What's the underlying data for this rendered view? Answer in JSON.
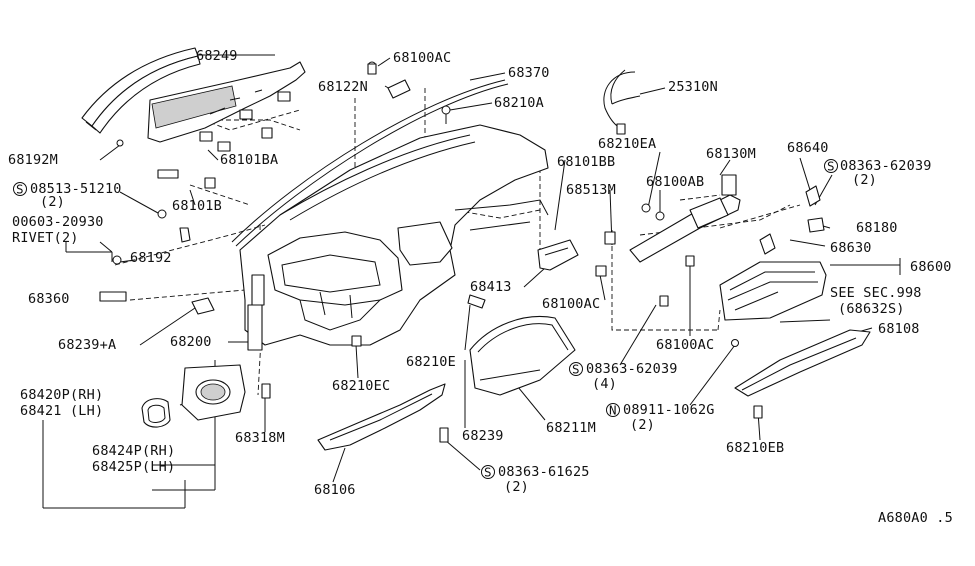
{
  "labels": {
    "p68249": "68249",
    "p68100AC_top": "68100AC",
    "p68370": "68370",
    "p68122N": "68122N",
    "p25310N": "25310N",
    "p68210A": "68210A",
    "p68192M": "68192M",
    "p68101BA": "68101BA",
    "p68210EA": "68210EA",
    "p68130M": "68130M",
    "p68640": "68640",
    "p68101BB": "68101BB",
    "s08363_62039_a": "08363-62039",
    "q2_a": "(2)",
    "s08513_51210": "08513-51210",
    "q2_b": "(2)",
    "p68513M": "68513M",
    "p68100AB": "68100AB",
    "p68101B": "68101B",
    "p00603": "00603-20930",
    "rivet": "RIVET(2)",
    "p68180": "68180",
    "p68192": "68192",
    "p68630": "68630",
    "p68600": "68600",
    "p68413": "68413",
    "p68360": "68360",
    "see_sec": "SEE SEC.998",
    "p68632S": "(68632S)",
    "p68100AC_mid": "68100AC",
    "p68108": "68108",
    "p68239A": "68239+A",
    "p68200": "68200",
    "p68100AC_low": "68100AC",
    "p68210E": "68210E",
    "s08363_62039_b": "08363-62039",
    "q4": "(4)",
    "p68210EC": "68210EC",
    "p68420P": "68420P(RH)",
    "p68421": "68421  (LH)",
    "n08911": "08911-1062G",
    "q2_c": "(2)",
    "p68239": "68239",
    "p68211M": "68211M",
    "p68318M": "68318M",
    "p68424P": "68424P(RH)",
    "p68425P": "68425P(LH)",
    "p68210EB": "68210EB",
    "s08363_61625": "08363-61625",
    "q2_d": "(2)",
    "p68106": "68106",
    "diagram_code": "A680A0 .5"
  },
  "symbols": {
    "screw": "S",
    "nut": "N"
  }
}
